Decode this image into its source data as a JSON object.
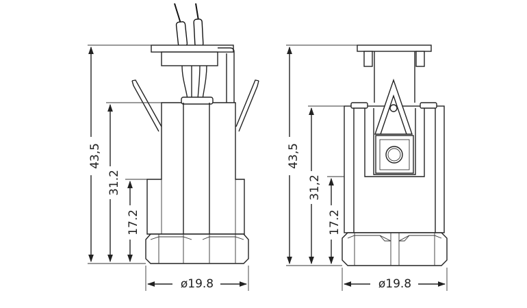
{
  "diagram": {
    "left_view": {
      "dim_height_total": "43,5",
      "dim_height_body": "31.2",
      "dim_height_base": "17.2",
      "dim_diameter": "ø19.8"
    },
    "right_view": {
      "dim_height_total": "43,5",
      "dim_height_body": "31,2",
      "dim_height_base": "17.2",
      "dim_diameter": "ø19.8"
    }
  }
}
